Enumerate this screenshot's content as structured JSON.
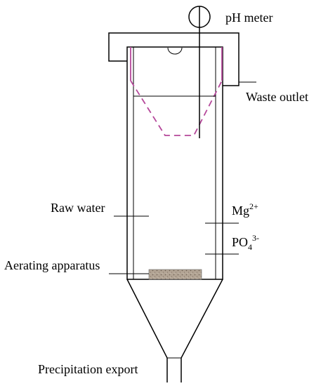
{
  "labels": {
    "ph_meter": "pH meter",
    "waste_outlet": "Waste outlet",
    "raw_water": "Raw water",
    "mg_ion": {
      "symbol": "Mg",
      "charge": "2+"
    },
    "po4_ion": {
      "symbol": "PO",
      "subscript": "4",
      "charge": "3-"
    },
    "aerating_apparatus": "Aerating apparatus",
    "precipitation_export": "Precipitation export"
  },
  "colors": {
    "stroke": "#000000",
    "funnel": "#b5479a",
    "aerator_fill": "#b3a595"
  }
}
